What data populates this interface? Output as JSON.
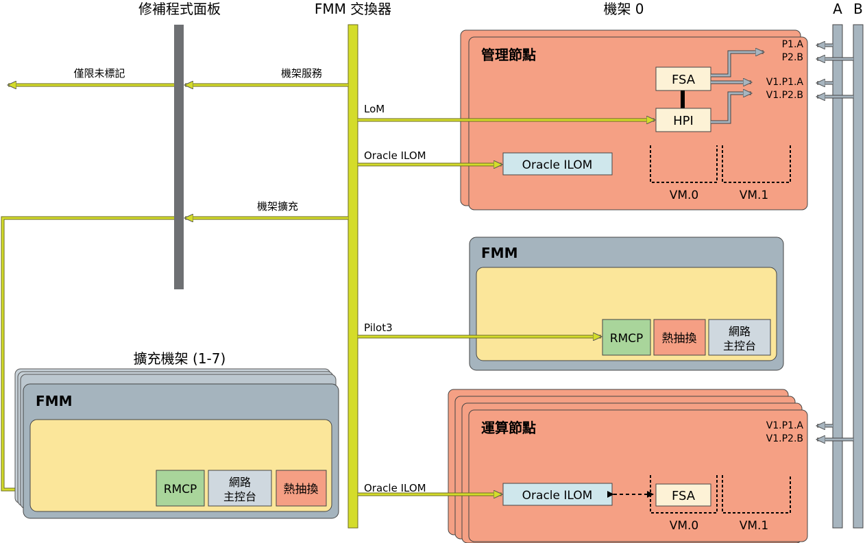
{
  "colors": {
    "trace": "#d4dc2a",
    "trace_stroke": "#6b6b22",
    "patch_bar": "#6e7073",
    "node_fill": "#f5a084",
    "fmm_fill": "#a5b4be",
    "console_fill": "#fbe69a",
    "box_light": "#fdf2d6",
    "ilom_fill": "#cfe7ec",
    "rmcp_fill": "#a9d59b",
    "hotswap_fill": "#f59f84",
    "netcon_fill": "#cfd8df",
    "bus_fill": "#a7b5bf"
  },
  "headers": {
    "patch_panel": "修補程式面板",
    "fmm_switch": "FMM 交換器",
    "chassis0": "機架 0",
    "bus_a": "A",
    "bus_b": "B",
    "expansion": "擴充機架 (1-7)"
  },
  "links": {
    "out_label": "僅限未標記",
    "chassis_service": "機架服務",
    "lom": "LoM",
    "oracle_ilom_1": "Oracle ILOM",
    "chassis_expansion": "機架擴充",
    "pilot3": "Pilot3",
    "oracle_ilom_2": "Oracle ILOM"
  },
  "mgmt_node": {
    "title": "管理節點",
    "fsa": "FSA",
    "hpi": "HPI",
    "ilom": "Oracle ILOM",
    "vm0": "VM.0",
    "vm1": "VM.1",
    "p1a": "P1.A",
    "p2b": "P2.B",
    "v1p1a": "V1.P1.A",
    "v1p2b": "V1.P2.B"
  },
  "fmm_box": {
    "title": "FMM",
    "rmcp": "RMCP",
    "hotswap": "熱抽換",
    "netcon_1": "網路",
    "netcon_2": "主控台"
  },
  "compute_node": {
    "title": "運算節點",
    "ilom": "Oracle ILOM",
    "fsa": "FSA",
    "vm0": "VM.0",
    "vm1": "VM.1",
    "v1p1a": "V1.P1.A",
    "v1p2b": "V1.P2.B"
  },
  "expansion_fmm": {
    "title": "FMM",
    "rmcp": "RMCP",
    "netcon_1": "網路",
    "netcon_2": "主控台",
    "hotswap": "熱抽換"
  }
}
